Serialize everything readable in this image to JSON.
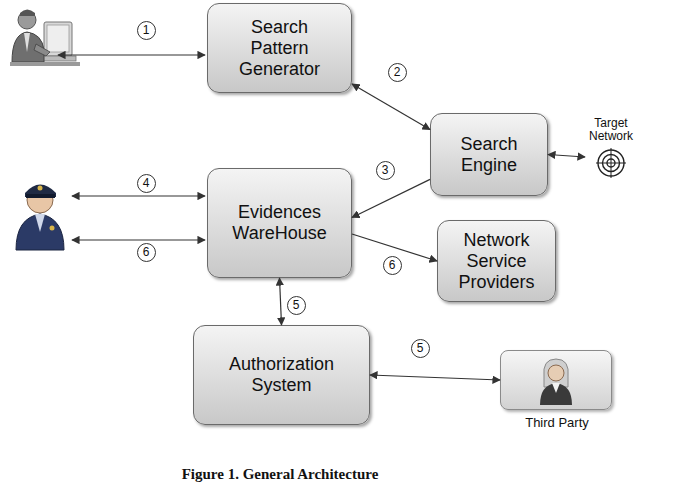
{
  "diagram": {
    "caption": "Figure 1. General Architecture",
    "nodes": [
      {
        "text": [
          "Search Pattern Generator"
        ]
      },
      {
        "text": [
          "Search Engine"
        ]
      },
      {
        "text": [
          "Target Network"
        ]
      },
      {
        "text": [
          "Evidences WareHouse"
        ]
      },
      {
        "text": [
          "Network Service Providers"
        ]
      },
      {
        "text": [
          "Authorization System"
        ]
      },
      {
        "text": [
          "Third Party"
        ]
      }
    ],
    "edges": [
      {
        "from": 0,
        "to": 1,
        "label": "2",
        "arrow": "both"
      },
      {
        "from": 1,
        "to": 3,
        "label": "3",
        "arrow": "to"
      },
      {
        "from": 3,
        "to": 4,
        "label": "6",
        "arrow": "to"
      },
      {
        "from": 3,
        "to": 5,
        "label": "5",
        "arrow": "both"
      },
      {
        "from": 5,
        "to": 6,
        "label": "5",
        "arrow": "both"
      },
      {
        "from": 1,
        "to": 2,
        "arrow": "both"
      }
    ],
    "labels": [
      "1",
      "4",
      "6"
    ]
  }
}
